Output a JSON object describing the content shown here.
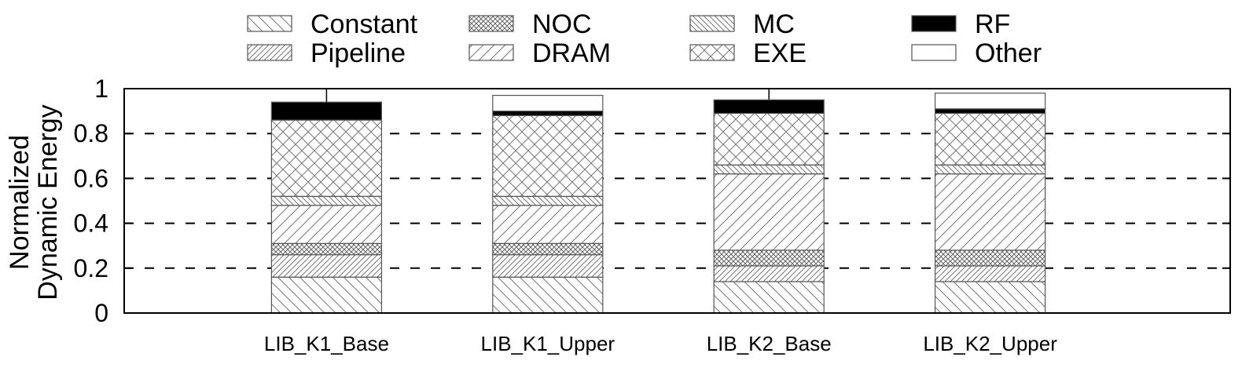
{
  "chart_data": {
    "type": "bar",
    "stacked": true,
    "title": "",
    "xlabel": "",
    "ylabel_lines": [
      "Normalized",
      "Dynamic Energy"
    ],
    "ylim": [
      0,
      1
    ],
    "yticks": [
      "0",
      "0.2",
      "0.4",
      "0.6",
      "0.8",
      "1"
    ],
    "grid": "horizontal-dashed",
    "legend_placement": "top",
    "categories": [
      "LIB_K1_Base",
      "LIB_K1_Upper",
      "LIB_K2_Base",
      "LIB_K2_Upper"
    ],
    "series": [
      {
        "name": "Constant",
        "pattern": "diag-back",
        "values": [
          0.16,
          0.16,
          0.14,
          0.14
        ]
      },
      {
        "name": "Pipeline",
        "pattern": "diag-fwd-dense",
        "values": [
          0.1,
          0.1,
          0.07,
          0.07
        ]
      },
      {
        "name": "NOC",
        "pattern": "crosshatch-dense",
        "values": [
          0.05,
          0.05,
          0.07,
          0.07
        ]
      },
      {
        "name": "DRAM",
        "pattern": "diag-fwd",
        "values": [
          0.17,
          0.17,
          0.34,
          0.34
        ]
      },
      {
        "name": "MC",
        "pattern": "diag-back-dense",
        "values": [
          0.04,
          0.04,
          0.04,
          0.04
        ]
      },
      {
        "name": "EXE",
        "pattern": "crosshatch",
        "values": [
          0.34,
          0.36,
          0.23,
          0.23
        ]
      },
      {
        "name": "RF",
        "pattern": "solid-black",
        "values": [
          0.08,
          0.02,
          0.06,
          0.02
        ]
      },
      {
        "name": "Other",
        "pattern": "white",
        "values": [
          0.0,
          0.07,
          0.0,
          0.07
        ]
      }
    ],
    "error_bar_top": [
      1.0,
      0.97,
      1.0,
      0.96
    ]
  }
}
